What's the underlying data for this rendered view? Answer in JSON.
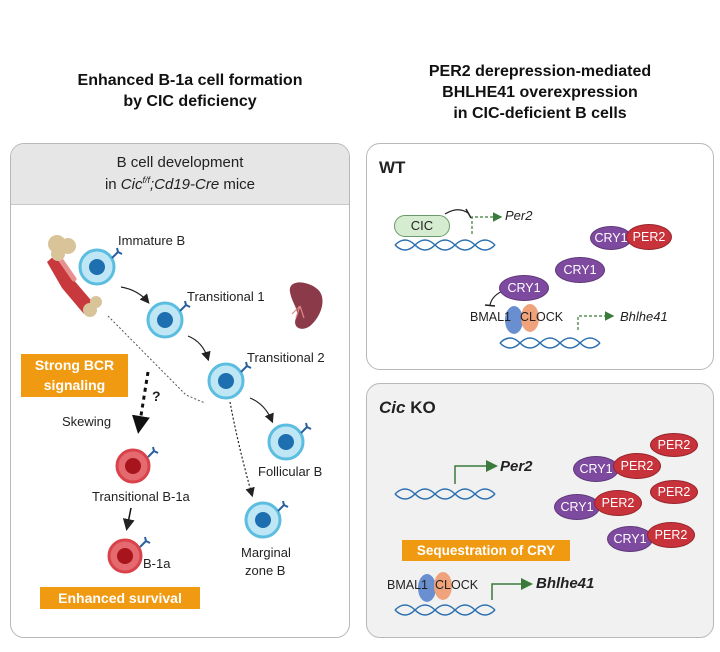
{
  "left_title": [
    "Enhanced B-1a cell formation",
    "by CIC deficiency"
  ],
  "right_title": [
    "PER2 derepression-mediated",
    "BHLHE41 overexpression",
    "in CIC-deficient B cells"
  ],
  "left_panel": {
    "header_line1": "B cell development",
    "header_line2_prefix": "in ",
    "header_gene": "Cic",
    "header_sup": "f/f",
    "header_sep": ";",
    "header_cre": "Cd19-Cre",
    "header_suffix": " mice",
    "stages": {
      "immature": "Immature B",
      "transitional1": "Transitional 1",
      "transitional2": "Transitional 2",
      "follicular": "Follicular B",
      "marginal1": "Marginal",
      "marginal2": "zone B",
      "transitional_b1a": "Transitional B-1a",
      "b1a": "B-1a"
    },
    "strong_bcr": [
      "Strong BCR",
      "signaling"
    ],
    "skewing": "Skewing",
    "question": "?",
    "enhanced_survival": "Enhanced survival"
  },
  "wt_panel": {
    "heading": "WT",
    "cic": "CIC",
    "per2_gene": "Per2",
    "cry1": "CRY1",
    "per2": "PER2",
    "bmal1": "BMAL1",
    "clock": "CLOCK",
    "bhlhe41": "Bhlhe41"
  },
  "ko_panel": {
    "heading": "Cic",
    "heading_suffix": " KO",
    "per2_gene": "Per2",
    "cry1": "CRY1",
    "per2": "PER2",
    "sequestration": "Sequestration of CRY",
    "bmal1": "BMAL1",
    "clock": "CLOCK",
    "bhlhe41": "Bhlhe41"
  },
  "colors": {
    "orange": "#f09a12",
    "cell_blue": "#5bbde0",
    "cell_red": "#d9424a",
    "cry_purple": "#7e4aa0",
    "per_red": "#c8323a",
    "dna_blue": "#2a6fb0",
    "arrow_green": "#3a7a3a"
  }
}
